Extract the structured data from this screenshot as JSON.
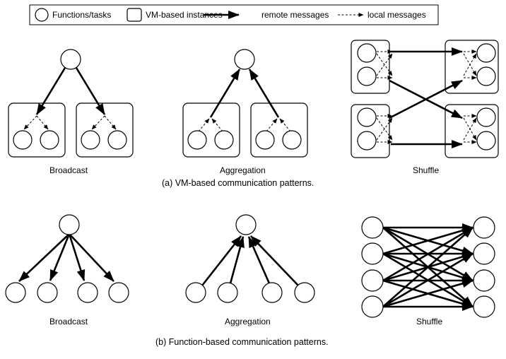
{
  "legend": {
    "functions_label": "Functions/tasks",
    "instances_label": "VM-based instances",
    "remote_label": "remote messages",
    "local_label": "local messages"
  },
  "vm_panel": {
    "broadcast_label": "Broadcast",
    "aggregation_label": "Aggregation",
    "shuffle_label": "Shuffle",
    "caption": "(a) VM-based communication patterns."
  },
  "function_panel": {
    "broadcast_label": "Broadcast",
    "aggregation_label": "Aggregation",
    "shuffle_label": "Shuffle",
    "caption": "(b) Function-based communication patterns."
  }
}
